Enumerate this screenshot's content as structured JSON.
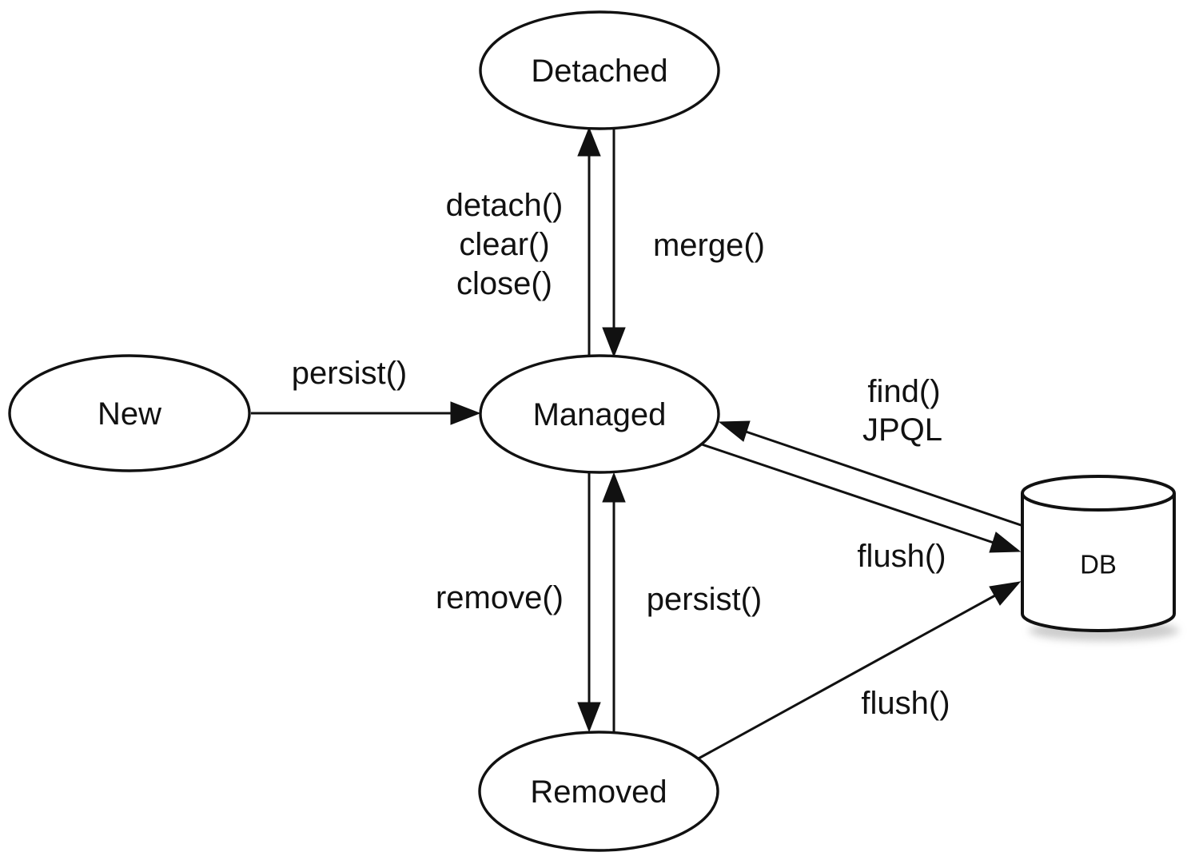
{
  "diagram": {
    "background": "#ffffff",
    "stroke_color": "#111111",
    "text_color": "#111111",
    "nodes": {
      "detached": {
        "label": "Detached"
      },
      "new": {
        "label": "New"
      },
      "managed": {
        "label": "Managed"
      },
      "removed": {
        "label": "Removed"
      },
      "db": {
        "label": "DB"
      }
    },
    "edges": {
      "new_to_managed": {
        "label": "persist()"
      },
      "managed_to_detached": {
        "label_lines": [
          "detach()",
          "clear()",
          "close()"
        ]
      },
      "detached_to_managed": {
        "label": "merge()"
      },
      "managed_to_removed": {
        "label": "remove()"
      },
      "removed_to_managed": {
        "label": "persist()"
      },
      "db_to_managed": {
        "label_lines": [
          "find()",
          "JPQL"
        ]
      },
      "managed_to_db": {
        "label": "flush()"
      },
      "removed_to_db": {
        "label": "flush()"
      }
    }
  }
}
